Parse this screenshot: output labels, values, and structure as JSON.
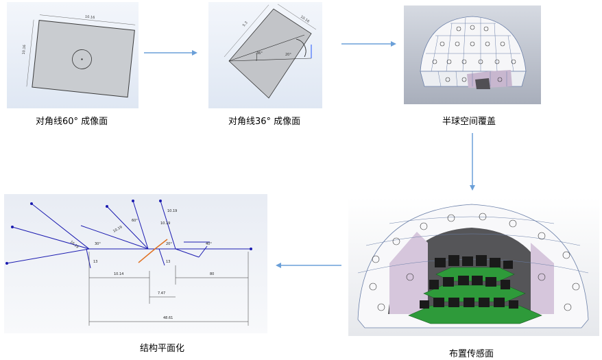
{
  "captions": {
    "panel1": "对角线60° 成像面",
    "panel2": "对角线36° 成像面",
    "panel3": "半球空间覆盖",
    "panel4": "布置传感面",
    "panel5": "结构平面化"
  },
  "dimensions": {
    "p1_top": "10.16",
    "p1_left": "10.16",
    "p2_top": "5.3",
    "p2_right": "10.16",
    "p2_angle_a": "36°",
    "p2_angle_b": "20°",
    "p5_a": "10.14",
    "p5_b": "7.47",
    "p5_c": "80",
    "p5_total": "48.61",
    "p5_d": "10.19",
    "p5_e": "10.19",
    "p5_f": "10.19",
    "p5_g": "10.19",
    "p5_h": "30°",
    "p5_i": "20°",
    "p5_j": "40°",
    "p5_k": "60°",
    "p5_l": "13",
    "p5_m": "13"
  },
  "colors": {
    "arrow": "#6a9fd8",
    "sketch_blue": "#1a1ab0",
    "panel_bg": "#eef2f8",
    "green_board": "#2e9a3a",
    "orange_line": "#e07020"
  }
}
